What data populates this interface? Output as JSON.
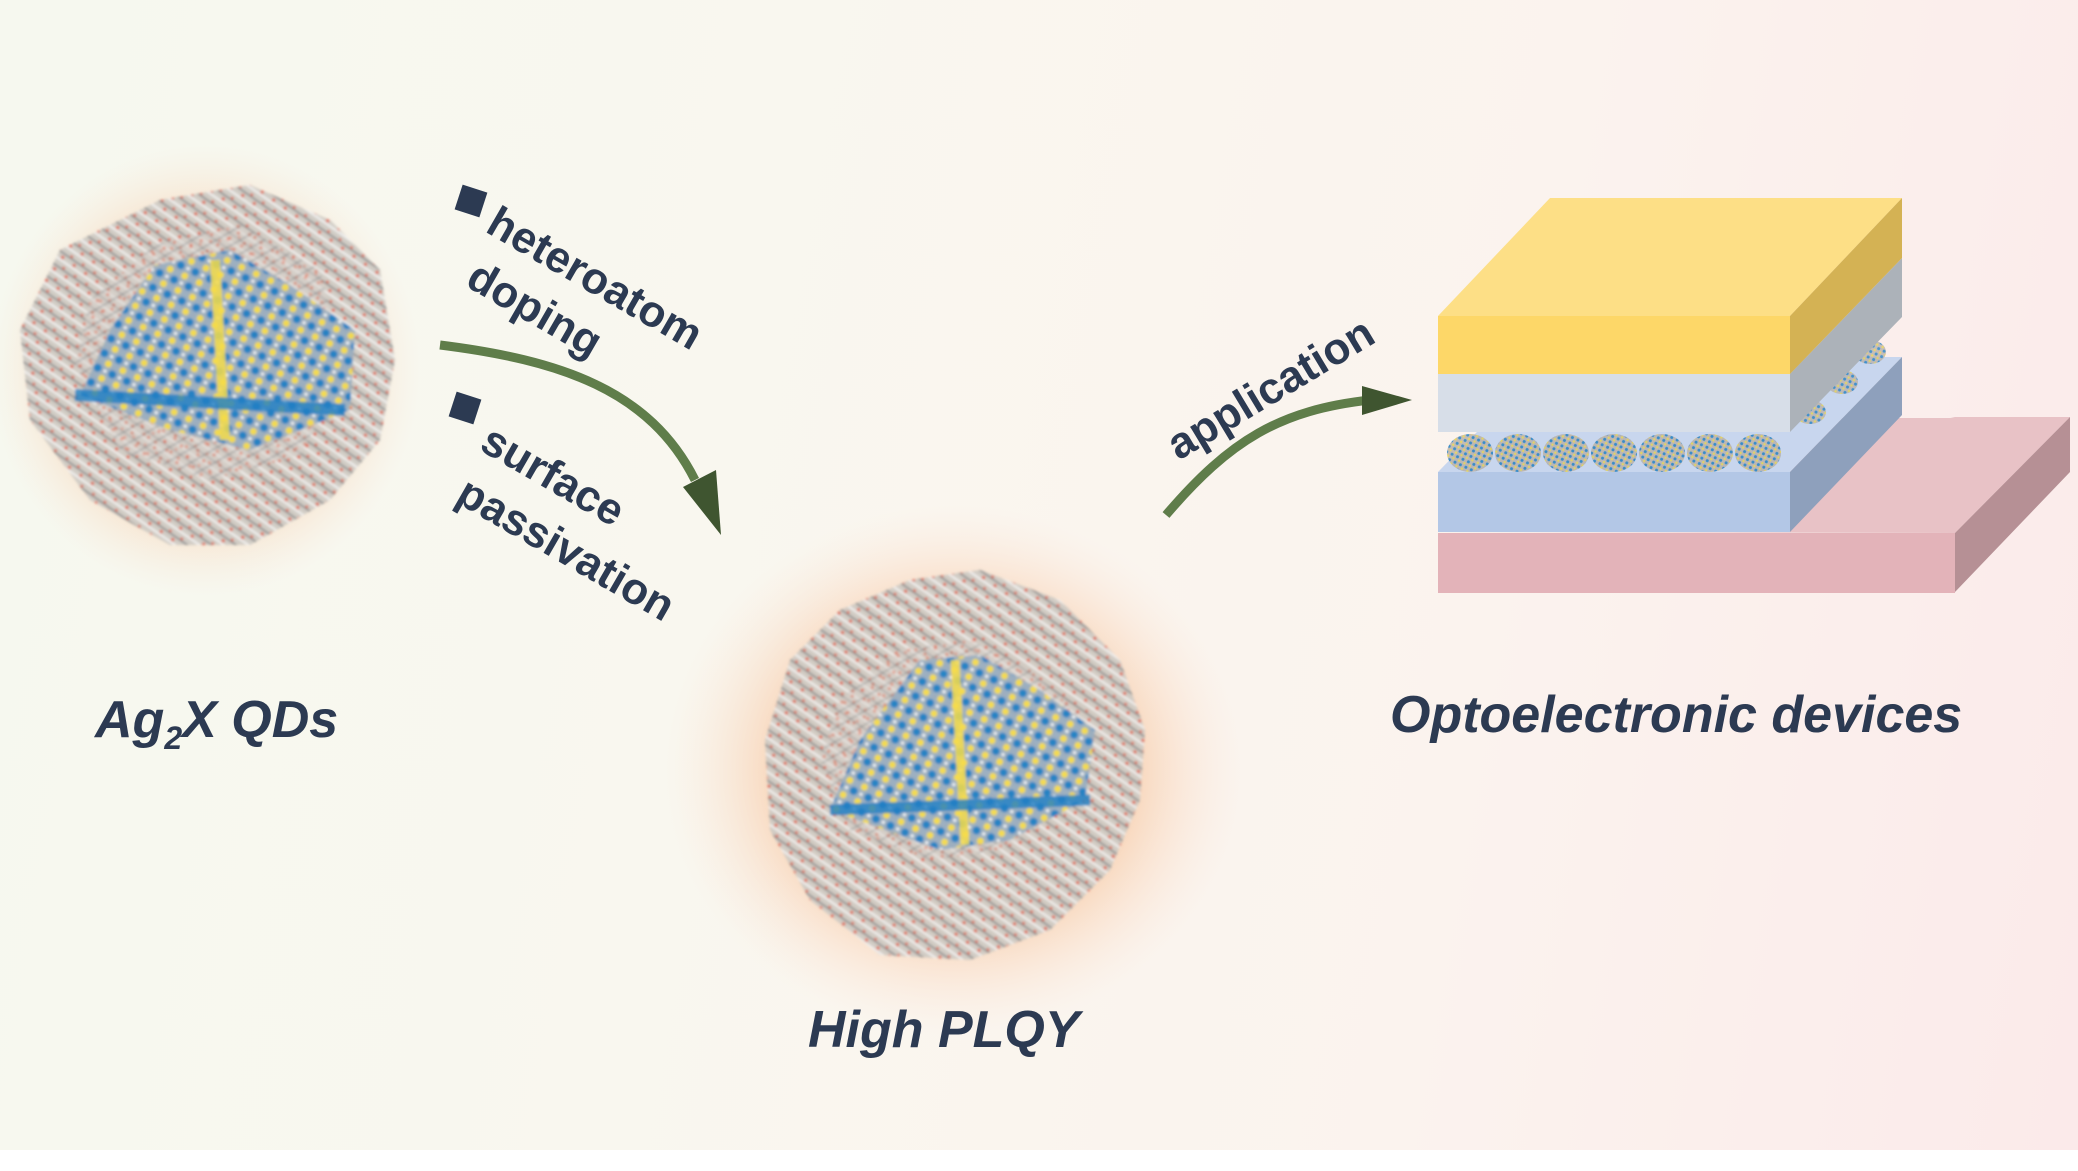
{
  "figure": {
    "stages": [
      {
        "id": "initial",
        "label_main": "Ag",
        "label_sub": "2",
        "label_rest": "X QDs"
      },
      {
        "id": "improved",
        "label": "High PLQY"
      },
      {
        "id": "device",
        "label": "Optoelectronic devices"
      }
    ],
    "strategies": {
      "items": [
        {
          "line1": "heteroatom",
          "line2": "doping"
        },
        {
          "line1": "surface",
          "line2": "passivation"
        }
      ]
    },
    "application_arrow_label": "application",
    "icons": {
      "bullet": "square-bullet-icon",
      "arrow": "curved-arrow-icon"
    },
    "colors": {
      "text": "#2c3a52",
      "arrow": "#5f7d4a",
      "arrow_head": "#3f5530",
      "glow": "#f7c49a",
      "qd_core_blue": "#1f7fc4",
      "qd_core_yellow": "#f5dc4a",
      "ligand_gray": "#9a9a9a",
      "ligand_red": "#e04a2a",
      "device_top_electrode": "#fdd768",
      "device_transport_layer": "#d7dee8",
      "device_bottom_layer": "#b3c7e6",
      "device_substrate": "#e3b3b9"
    },
    "device_layers": [
      "top electrode",
      "transport layer",
      "QD layer",
      "bottom transport layer",
      "substrate"
    ],
    "qd_layer_count": 7
  }
}
